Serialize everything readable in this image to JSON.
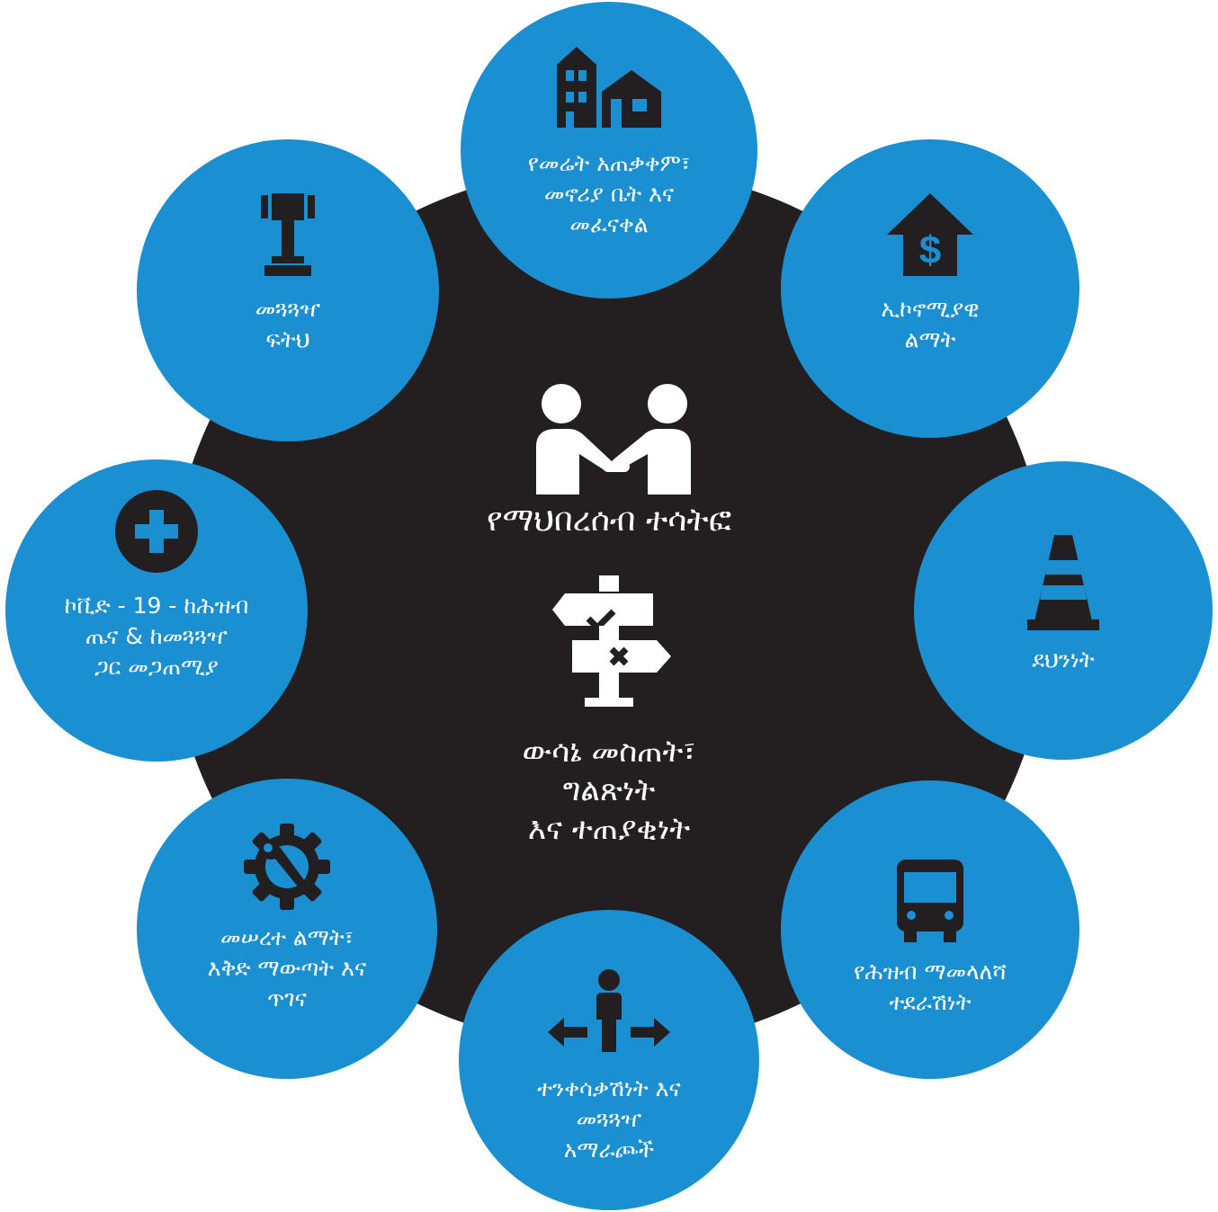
{
  "colors": {
    "hub": "#231f20",
    "node": "#1a8fd2",
    "ink": "#231f20",
    "text": "#ffffff"
  },
  "center": {
    "engagement_label": "የማህበረሰብ ተሳትፎ",
    "engagement_icon": "handshake-icon",
    "decision_label": "ውሳኔ መስጠት፣\nግልጽነት\nእና ተጠያቂነት",
    "decision_icon": "signpost-icon"
  },
  "nodes": [
    {
      "label": "የመሬት አጠቃቀም፣\nመኖሪያ ቤት እና\nመፈናቀል",
      "icon": "houses-icon"
    },
    {
      "label": "ኢኮኖሚያዊ\nልማት",
      "icon": "house-dollar-icon"
    },
    {
      "label": "ደህንነት",
      "icon": "traffic-cone-icon"
    },
    {
      "label": "የሕዝብ ማመላለሻ\nተደራሽነት",
      "icon": "bus-icon"
    },
    {
      "label": "ተንቀሳቃሽነት እና\nመጓጓዣ\nአማራጮች",
      "icon": "person-arrows-icon"
    },
    {
      "label": "መሠረተ ልማት፣\nእቅድ ማውጣት እና\nጥገና",
      "icon": "gear-wrench-icon"
    },
    {
      "label": "ኮቪድ - 19 - ከሕዝብ\nጤና & ከመጓጓዣ\nጋር መጋጠሚያ",
      "icon": "medical-cross-icon"
    },
    {
      "label": "መጓጓዣ\nፍትህ",
      "icon": "gavel-icon"
    }
  ]
}
